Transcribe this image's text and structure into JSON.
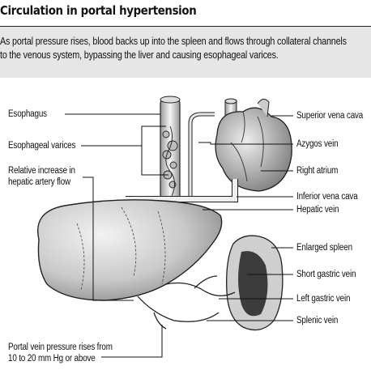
{
  "header": {
    "title": "Circulation in portal hypertension"
  },
  "intro": {
    "line1": "As portal pressure rises, blood backs up into the spleen and flows through collateral channels",
    "line2": "to the venous system, bypassing the liver and causing esophageal varices."
  },
  "labels": {
    "esophagus": "Esophagus",
    "esophageal_varices": "Esophageal varices",
    "hepatic_artery_1": "Relative increase in",
    "hepatic_artery_2": "hepatic artery flow",
    "portal_1": "Portal vein pressure rises from",
    "portal_2": "10 to 20 mm Hg or above",
    "superior_vena_cava": "Superior vena cava",
    "azygos_vein": "Azygos vein",
    "right_atrium": "Right atrium",
    "inferior_vena_cava": "Inferior vena cava",
    "hepatic_vein": "Hepatic vein",
    "enlarged_spleen": "Enlarged spleen",
    "short_gastric_vein": "Short gastric vein",
    "left_gastric_vein": "Left gastric vein",
    "splenic_vein": "Splenic vein"
  }
}
